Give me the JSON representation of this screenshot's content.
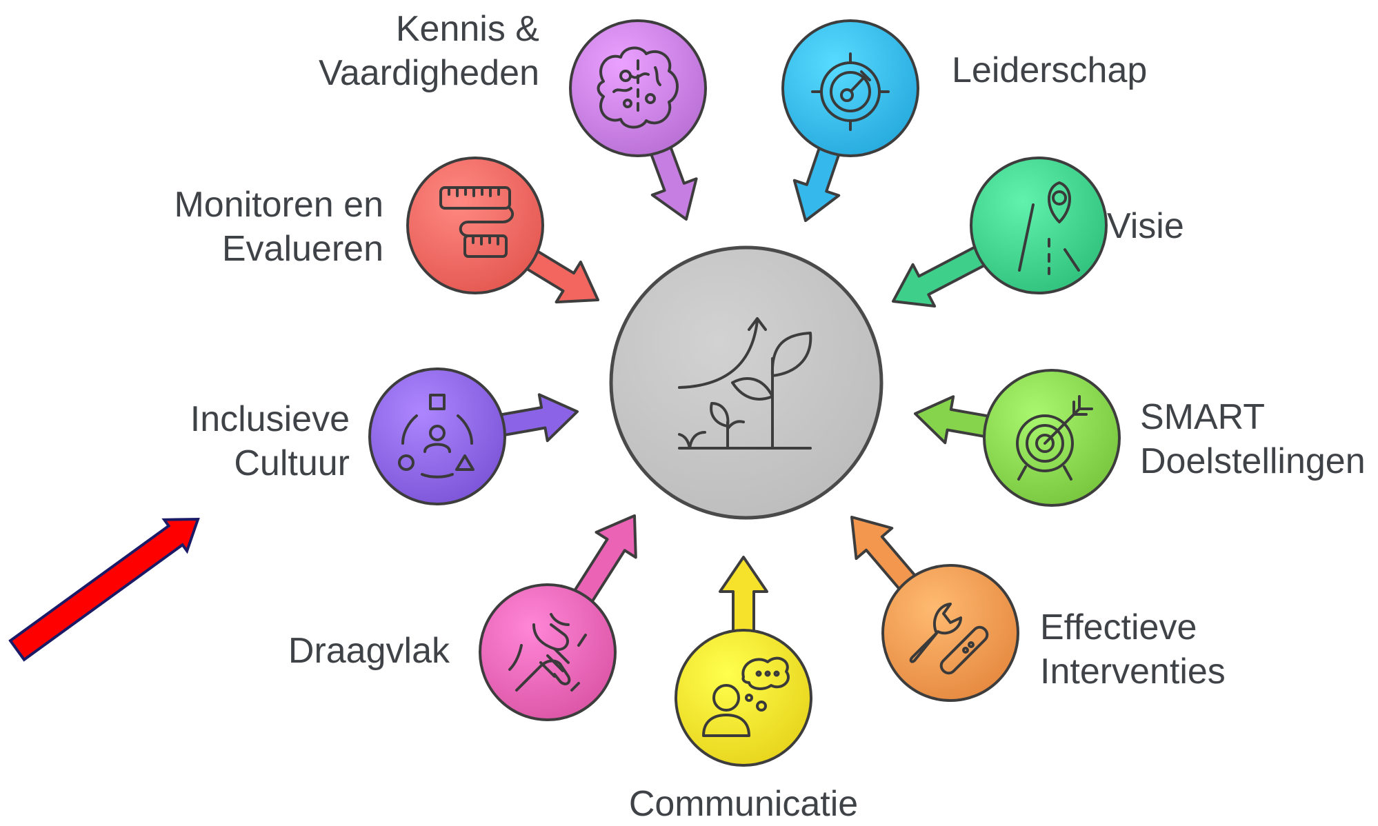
{
  "nodes": [
    {
      "id": "kennis",
      "lines": [
        "Kennis &",
        "Vaardigheden"
      ],
      "color": "#c77ee3",
      "icon": "brain-icon"
    },
    {
      "id": "leiderschap",
      "lines": [
        "Leiderschap"
      ],
      "color": "#35b8ec",
      "icon": "target-key-icon"
    },
    {
      "id": "visie",
      "lines": [
        "Visie"
      ],
      "color": "#3ecf8b",
      "icon": "road-location-pin-icon"
    },
    {
      "id": "smart",
      "lines": [
        "SMART",
        "Doelstellingen"
      ],
      "color": "#86d34c",
      "icon": "dartboard-icon"
    },
    {
      "id": "effectieve",
      "lines": [
        "Effectieve",
        "Interventies"
      ],
      "color": "#f4974e",
      "icon": "wrench-bandage-icon"
    },
    {
      "id": "communicatie",
      "lines": [
        "Communicatie"
      ],
      "color": "#f6e22a",
      "icon": "person-speech-bubble-icon"
    },
    {
      "id": "draagvlak",
      "lines": [
        "Draagvlak"
      ],
      "color": "#ea63b4",
      "icon": "joined-hands-icon"
    },
    {
      "id": "inclusieve",
      "lines": [
        "Inclusieve",
        "Cultuur"
      ],
      "color": "#8a63e6",
      "icon": "shapes-person-cycle-icon"
    },
    {
      "id": "monitoren",
      "lines": [
        "Monitoren en",
        "Evalueren"
      ],
      "color": "#f2665f",
      "icon": "measuring-tape-icon"
    }
  ],
  "center": {
    "icon": "growing-plant-arrow-icon",
    "color": "#c8c8c8"
  },
  "annotation": {
    "icon": "red-arrow-icon",
    "color": "#ff0000"
  }
}
